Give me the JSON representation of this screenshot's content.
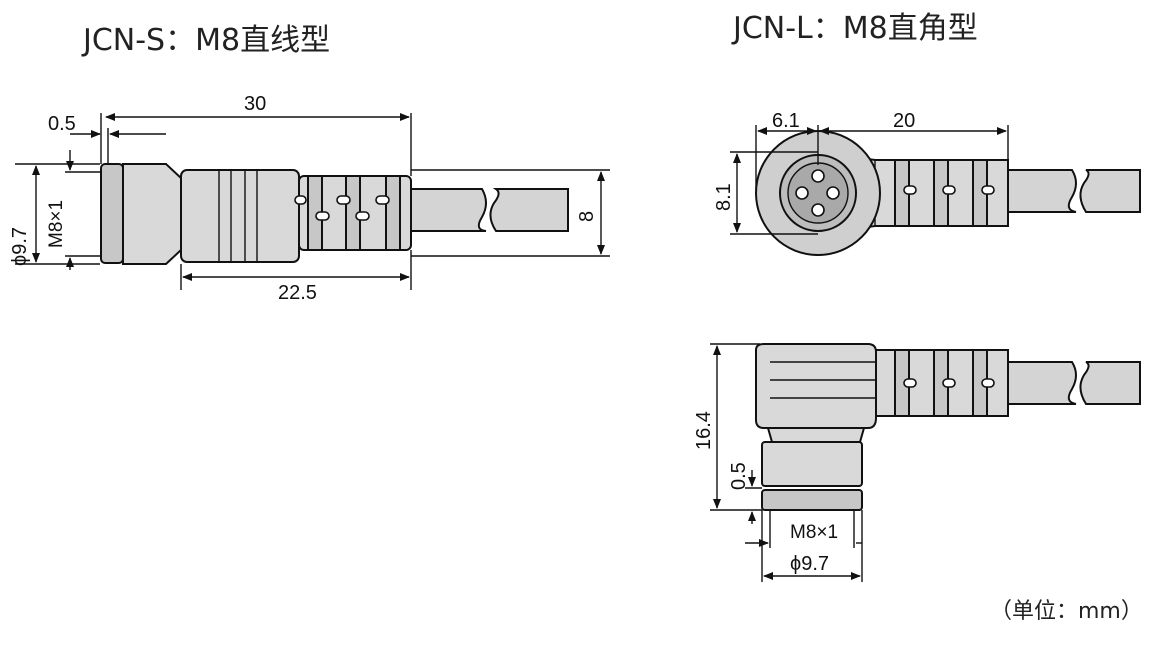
{
  "titles": {
    "straight": "JCN-S：M8直线型",
    "angled": "JCN-L：M8直角型"
  },
  "straight_dims": {
    "overall_length": "30",
    "gap": "0.5",
    "diameter": "ϕ9.7",
    "thread": "M8×1",
    "cable_dia": "8",
    "grip_length": "22.5"
  },
  "angled_dims": {
    "face_offset": "6.1",
    "body_length": "20",
    "face_height": "8.1",
    "overall_height": "16.4",
    "gap": "0.5",
    "thread": "M8×1",
    "diameter": "ϕ9.7"
  },
  "unit_note": "（单位：mm）"
}
